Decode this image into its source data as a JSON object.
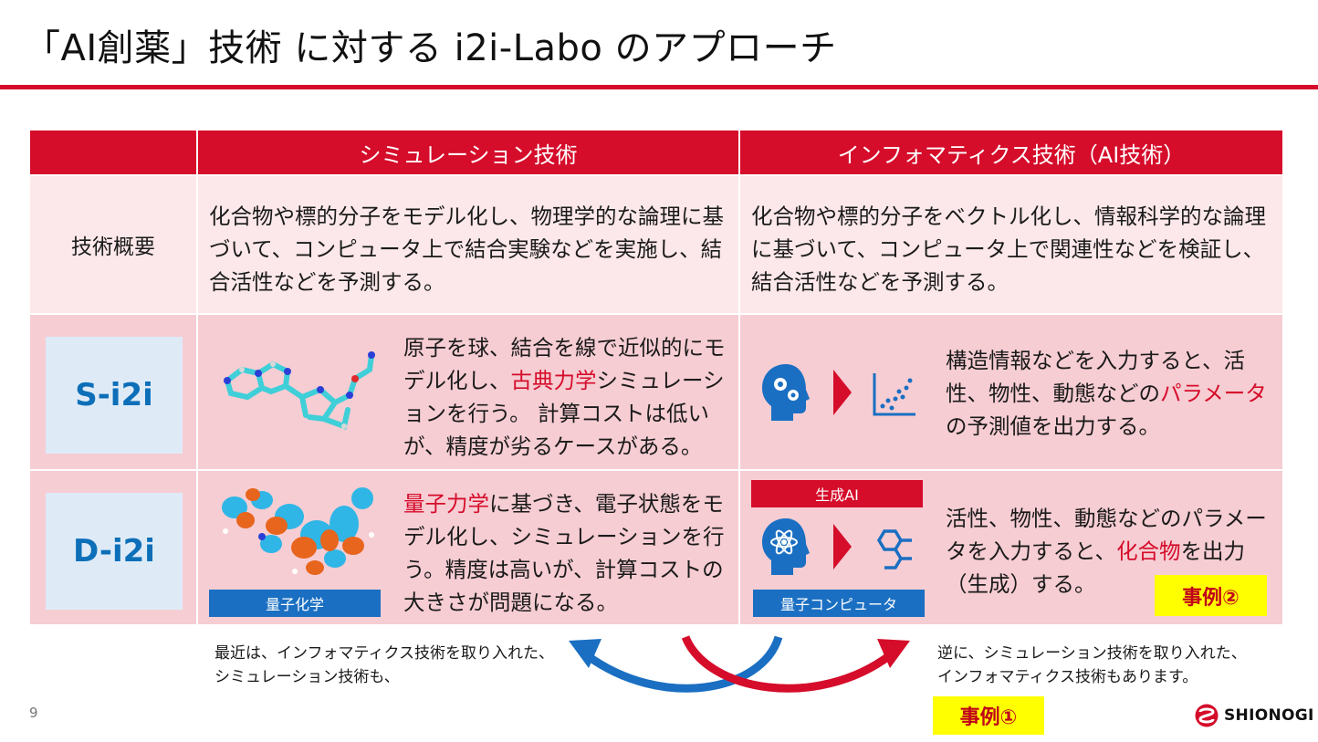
{
  "title": "「AI創薬」技術 に対する i2i-Labo のアプローチ",
  "table": {
    "col_sim": "シミュレーション技術",
    "col_info": "インフォマティクス技術（AI技術）",
    "row_overview_label": "技術概要",
    "overview_sim": "化合物や標的分子をモデル化し、物理学的な論理に基づいて、コンピュータ上で結合実験などを実施し、結合活性などを予測する。",
    "overview_info": "化合物や標的分子をベクトル化し、情報科学的な論理に基づいて、コンピュータ上で関連性などを検証し、結合活性などを予測する。",
    "s_label": "S-i2i",
    "s_sim_pre": "原子を球、結合を線で近似的にモデル化し、",
    "s_sim_red": "古典力学",
    "s_sim_post": "シミュレーションを行う。 計算コストは低いが、精度が劣るケースがある。",
    "s_info_pre": "構造情報などを入力すると、活性、物性、動態などの",
    "s_info_red": "パラメータ",
    "s_info_post": "の予測値を出力する。",
    "d_label": "D-i2i",
    "d_sim_red": "量子力学",
    "d_sim_post": "に基づき、電子状態をモデル化し、シミュレーションを行う。精度は高いが、計算コストの大きさが問題になる。",
    "d_sim_tag": "量子化学",
    "d_info_tag_top": "生成AI",
    "d_info_tag_bottom": "量子コンピュータ",
    "d_info_pre": "活性、物性、動態などのパラメータを入力すると、",
    "d_info_red": "化合物",
    "d_info_post": "を出力（生成）する。",
    "case2": "事例②"
  },
  "notes": {
    "left_line1": "最近は、インフォマティクス技術を取り入れた、",
    "left_line2": "シミュレーション技術も、",
    "right_line1": "逆に、シミュレーション技術を取り入れた、",
    "right_line2": "インフォマティクス技術もあります。",
    "case1": "事例①"
  },
  "footer": {
    "page": "9",
    "brand": "SHIONOGI"
  },
  "colors": {
    "accent_red": "#d50c2a",
    "badge_blue": "#0d6fb8",
    "arrow_blue": "#1a6fc2",
    "highlight": "#ffff00"
  }
}
